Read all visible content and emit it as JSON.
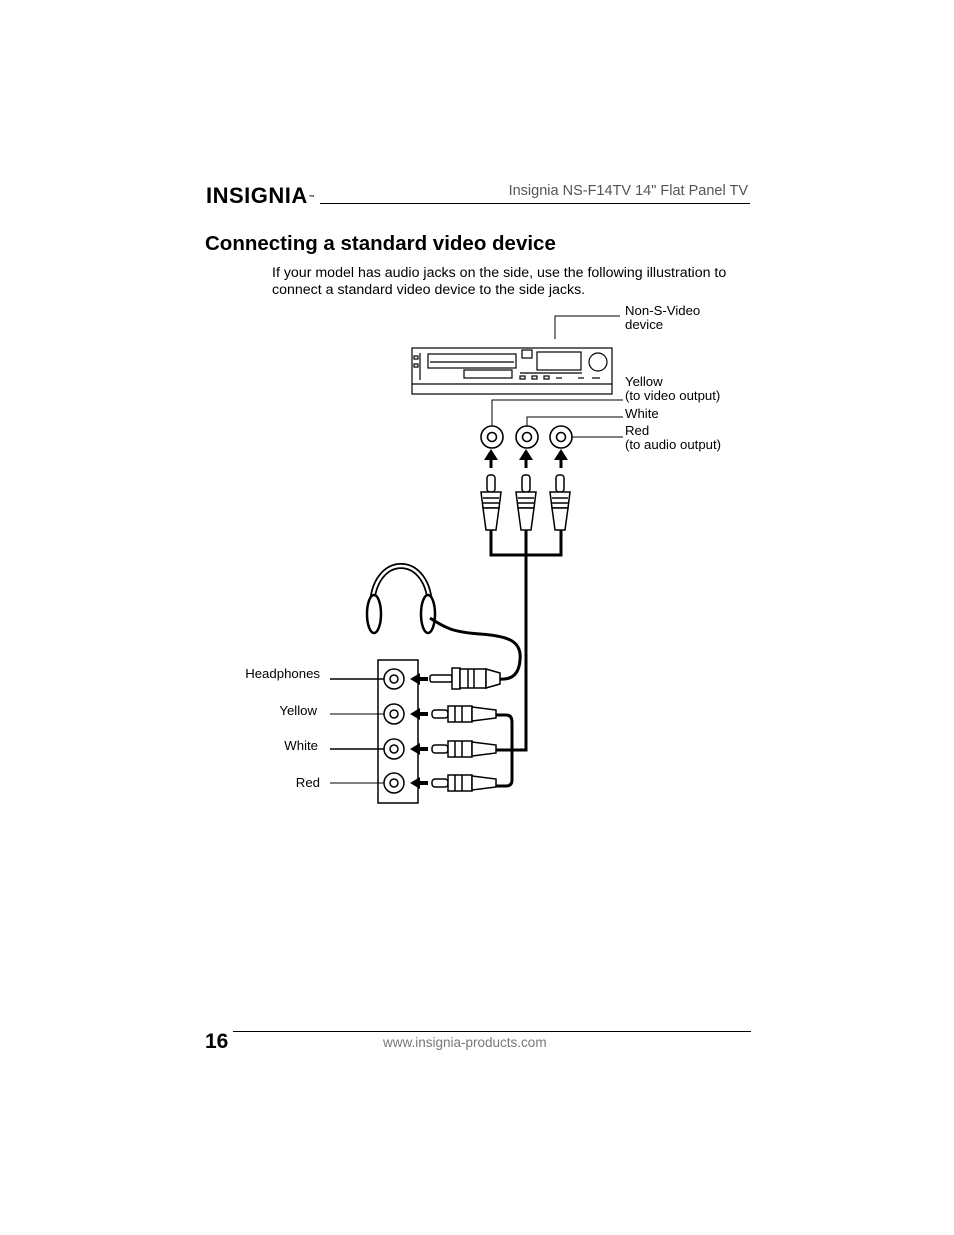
{
  "header": {
    "logo_text": "INSIGNIA",
    "logo_tm": "™",
    "title": "Insignia NS-F14TV 14\" Flat Panel TV"
  },
  "section": {
    "title": "Connecting a standard video device",
    "intro": "If your model has audio jacks on the side, use the following illustration to connect a standard video device to the side jacks."
  },
  "diagram": {
    "device_label_line1": "Non-S-Video",
    "device_label_line2": "device",
    "yellow_label_line1": "Yellow",
    "yellow_label_line2": "(to video output)",
    "white_label": "White",
    "red_label_line1": "Red",
    "red_label_line2": "(to audio output)",
    "side_jacks": {
      "headphones": "Headphones",
      "yellow": "Yellow",
      "white": "White",
      "red": "Red"
    }
  },
  "footer": {
    "page_number": "16",
    "url": "www.insignia-products.com"
  }
}
